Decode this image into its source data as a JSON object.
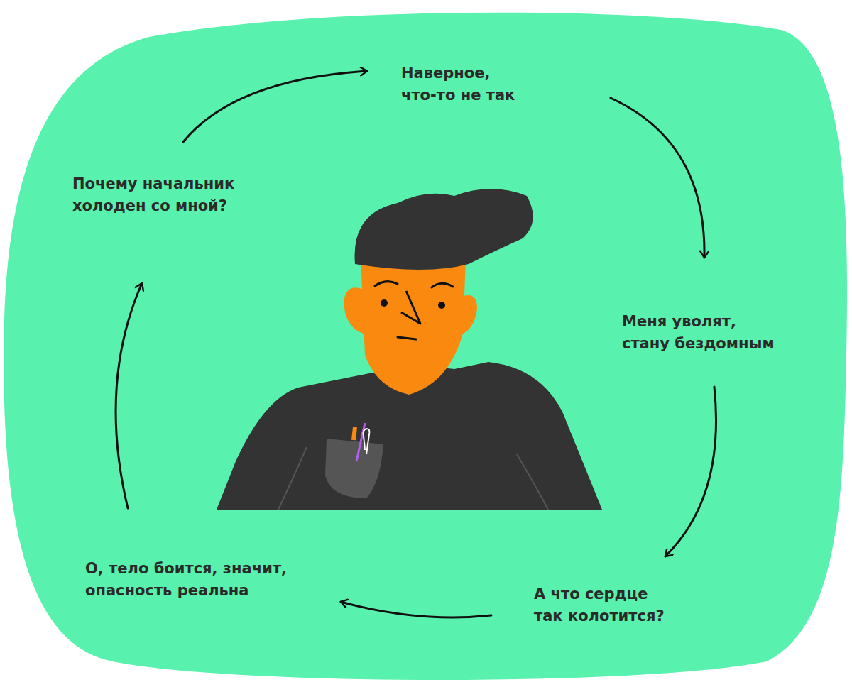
{
  "diagram": {
    "nodes": [
      {
        "text": [
          "Почему начальник холоден со мной?"
        ]
      },
      {
        "text": [
          "Наверное, что-то не так"
        ]
      },
      {
        "text": [
          "Меня уволят, стану бездомным"
        ]
      },
      {
        "text": [
          "А что сердце так колотится?"
        ]
      },
      {
        "text": [
          "О, тело боится, значит, опасность реальна"
        ]
      }
    ],
    "edges": [
      {
        "from": 0,
        "to": 1,
        "arrow": "to"
      },
      {
        "from": 1,
        "to": 2,
        "arrow": "to"
      },
      {
        "from": 2,
        "to": 3,
        "arrow": "to"
      },
      {
        "from": 3,
        "to": 4,
        "arrow": "to"
      },
      {
        "from": 4,
        "to": 0,
        "arrow": "to"
      }
    ]
  }
}
